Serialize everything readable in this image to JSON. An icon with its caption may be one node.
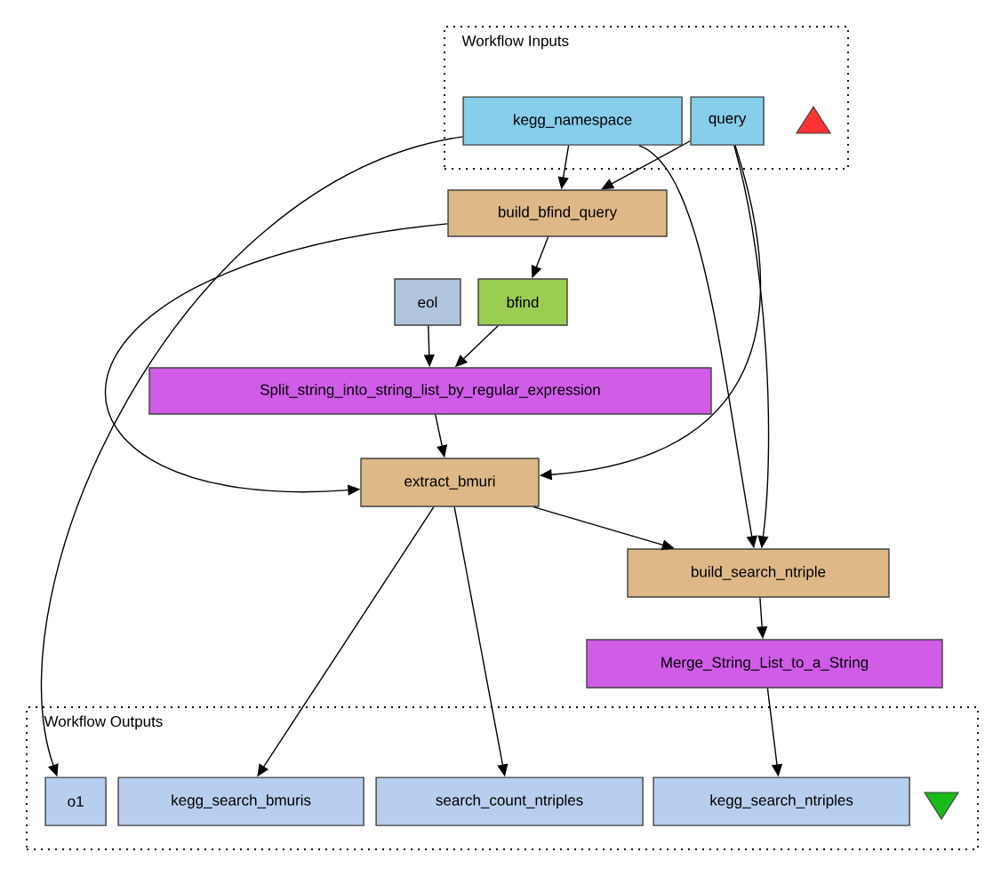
{
  "diagram": {
    "nodes": [
      {
        "text": [
          "Workflow Inputs"
        ]
      },
      {
        "text": [
          "kegg_namespace"
        ],
        "in": 0
      },
      {
        "text": [
          "query"
        ],
        "in": 0
      },
      {
        "text": [
          "build_bfind_query"
        ]
      },
      {
        "text": [
          "eol"
        ]
      },
      {
        "text": [
          "bfind"
        ]
      },
      {
        "text": [
          "Split_string_into_string_list_by_regular_expression"
        ]
      },
      {
        "text": [
          "extract_bmuri"
        ]
      },
      {
        "text": [
          "build_search_ntriple"
        ]
      },
      {
        "text": [
          "Merge_String_List_to_a_String"
        ]
      },
      {
        "text": [
          "Workflow Outputs"
        ]
      },
      {
        "text": [
          "o1"
        ],
        "in": 10
      },
      {
        "text": [
          "kegg_search_bmuris"
        ],
        "in": 10
      },
      {
        "text": [
          "search_count_ntriples"
        ],
        "in": 10
      },
      {
        "text": [
          "kegg_search_ntriples"
        ],
        "in": 10
      }
    ],
    "edges": [
      {
        "from": 1,
        "to": 3,
        "arrow": "to"
      },
      {
        "from": 2,
        "to": 3,
        "arrow": "to"
      },
      {
        "from": 1,
        "to": 8,
        "arrow": "to"
      },
      {
        "from": 2,
        "to": 7,
        "arrow": "to"
      },
      {
        "from": 2,
        "to": 8,
        "arrow": "to"
      },
      {
        "from": 1,
        "to": 11,
        "arrow": "to"
      },
      {
        "from": 3,
        "to": 7,
        "arrow": "to"
      },
      {
        "from": 3,
        "to": 5,
        "arrow": "to"
      },
      {
        "from": 4,
        "to": 6,
        "arrow": "to"
      },
      {
        "from": 5,
        "to": 6,
        "arrow": "to"
      },
      {
        "from": 6,
        "to": 7,
        "arrow": "to"
      },
      {
        "from": 7,
        "to": 8,
        "arrow": "to"
      },
      {
        "from": 7,
        "to": 12,
        "arrow": "to"
      },
      {
        "from": 7,
        "to": 13,
        "arrow": "to"
      },
      {
        "from": 8,
        "to": 9,
        "arrow": "to"
      },
      {
        "from": 9,
        "to": 14,
        "arrow": "to"
      }
    ]
  }
}
